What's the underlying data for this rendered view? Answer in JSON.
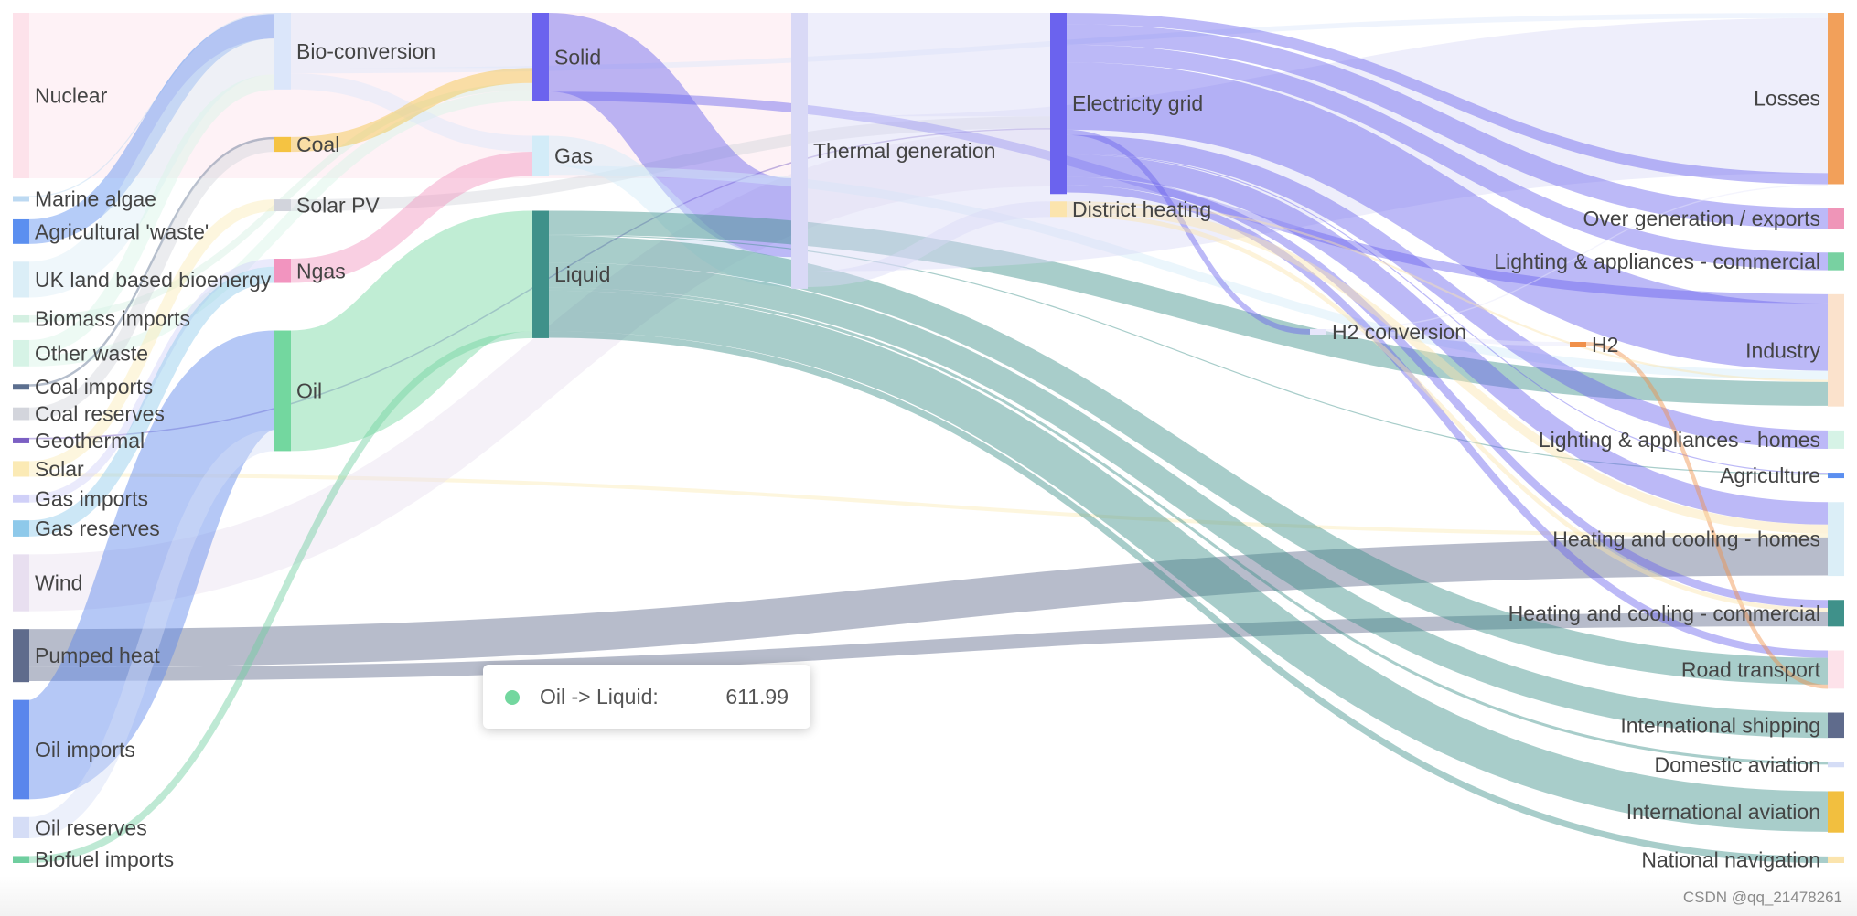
{
  "chart_data": {
    "type": "sankey",
    "nodes": [
      {
        "name": "Nuclear",
        "column": 0,
        "value": 839.978,
        "color": "#fde2ea"
      },
      {
        "name": "Marine algae",
        "column": 0,
        "value": 4.375,
        "color": "#bcd9f2"
      },
      {
        "name": "Agricultural 'waste'",
        "column": 0,
        "value": 124.729,
        "color": "#5b8ff0"
      },
      {
        "name": "UK land based bioenergy",
        "column": 0,
        "value": 182.01,
        "color": "#dbeef7"
      },
      {
        "name": "Biomass imports",
        "column": 0,
        "value": 35,
        "color": "#d4f0e2"
      },
      {
        "name": "Other waste",
        "column": 0,
        "value": 133.7,
        "color": "#d6f3e6"
      },
      {
        "name": "Coal imports",
        "column": 0,
        "value": 11.606,
        "color": "#5c6f8f"
      },
      {
        "name": "Coal reserves",
        "column": 0,
        "value": 63.965,
        "color": "#d3d5dc"
      },
      {
        "name": "Geothermal",
        "column": 0,
        "value": 7.013,
        "color": "#7b5fc3"
      },
      {
        "name": "Solar",
        "column": 0,
        "value": 79.329,
        "color": "#fbeab5"
      },
      {
        "name": "Gas imports",
        "column": 0,
        "value": 40.719,
        "color": "#d0d0f8"
      },
      {
        "name": "Gas reserves",
        "column": 0,
        "value": 82.233,
        "color": "#8ec9ea"
      },
      {
        "name": "Wind",
        "column": 0,
        "value": 289.366,
        "color": "#e8dff0"
      },
      {
        "name": "Pumped heat",
        "column": 0,
        "value": 269.2,
        "color": "#5f6b8c"
      },
      {
        "name": "Oil imports",
        "column": 0,
        "value": 504.287,
        "color": "#5a86ec"
      },
      {
        "name": "Oil reserves",
        "column": 0,
        "value": 107.703,
        "color": "#d5ddf6"
      },
      {
        "name": "Biofuel imports",
        "column": 0,
        "value": 35,
        "color": "#6fce9f"
      },
      {
        "name": "Bio-conversion",
        "column": 1,
        "value": 389.0,
        "color": "#dbe6fa"
      },
      {
        "name": "Coal",
        "column": 1,
        "value": 75.571,
        "color": "#f5c342"
      },
      {
        "name": "Solar PV",
        "column": 1,
        "value": 59.901,
        "color": "#d2d4dc"
      },
      {
        "name": "Ngas",
        "column": 1,
        "value": 122.952,
        "color": "#f294bf"
      },
      {
        "name": "Oil",
        "column": 1,
        "value": 611.99,
        "color": "#73d79f"
      },
      {
        "name": "Solid",
        "column": 2,
        "value": 448.0,
        "color": "#6b63ee"
      },
      {
        "name": "Gas",
        "column": 2,
        "value": 204.0,
        "color": "#d3ecf8"
      },
      {
        "name": "Liquid",
        "column": 2,
        "value": 646.99,
        "color": "#3f918a"
      },
      {
        "name": "Thermal generation",
        "column": 3,
        "value": 1401.0,
        "color": "#d9d9f6"
      },
      {
        "name": "Electricity grid",
        "column": 4,
        "value": 920.0,
        "color": "#6b63ee"
      },
      {
        "name": "District heating",
        "column": 4,
        "value": 79.0,
        "color": "#fbe4ad"
      },
      {
        "name": "H2 conversion",
        "column": 5,
        "value": 27.0,
        "color": "#e7e6fb"
      },
      {
        "name": "H2",
        "column": 6,
        "value": 20.897,
        "color": "#f0904a"
      },
      {
        "name": "Losses",
        "column": 7,
        "value": 870.0,
        "color": "#f2a05a"
      },
      {
        "name": "Over generation / exports",
        "column": 7,
        "value": 104.0,
        "color": "#ef95b8"
      },
      {
        "name": "Lighting & appliances - commercial",
        "column": 7,
        "value": 90.0,
        "color": "#78d1a1"
      },
      {
        "name": "Industry",
        "column": 7,
        "value": 570.0,
        "color": "#fbe2cc"
      },
      {
        "name": "Lighting & appliances - homes",
        "column": 7,
        "value": 93.0,
        "color": "#d6f3e6"
      },
      {
        "name": "Agriculture",
        "column": 7,
        "value": 22.0,
        "color": "#5b8ff0"
      },
      {
        "name": "Heating and cooling - homes",
        "column": 7,
        "value": 375.0,
        "color": "#dbeef7"
      },
      {
        "name": "Heating and cooling - commercial",
        "column": 7,
        "value": 135.0,
        "color": "#3f918a"
      },
      {
        "name": "Road transport",
        "column": 7,
        "value": 194.0,
        "color": "#fde2ea"
      },
      {
        "name": "International shipping",
        "column": 7,
        "value": 128.0,
        "color": "#5f6b8c"
      },
      {
        "name": "Domestic aviation",
        "column": 7,
        "value": 15.0,
        "color": "#d5ddf6"
      },
      {
        "name": "International aviation",
        "column": 7,
        "value": 210.0,
        "color": "#f2bf3f"
      },
      {
        "name": "National navigation",
        "column": 7,
        "value": 33.0,
        "color": "#fbe4ad"
      }
    ],
    "links": [
      {
        "source": "Nuclear",
        "target": "Thermal generation",
        "value": 839.978
      },
      {
        "source": "Marine algae",
        "target": "Bio-conversion",
        "value": 4.375
      },
      {
        "source": "Agricultural 'waste'",
        "target": "Bio-conversion",
        "value": 124.729
      },
      {
        "source": "UK land based bioenergy",
        "target": "Bio-conversion",
        "value": 182.01
      },
      {
        "source": "Biomass imports",
        "target": "Solid",
        "value": 35
      },
      {
        "source": "Other waste",
        "target": "Bio-conversion",
        "value": 77.81
      },
      {
        "source": "Other waste",
        "target": "Solid",
        "value": 56.587
      },
      {
        "source": "Coal imports",
        "target": "Coal",
        "value": 11.606
      },
      {
        "source": "Coal reserves",
        "target": "Coal",
        "value": 63.965
      },
      {
        "source": "Geothermal",
        "target": "Electricity grid",
        "value": 7.013
      },
      {
        "source": "Solar",
        "target": "Solar PV",
        "value": 59.901
      },
      {
        "source": "Solar",
        "target": "Heating and cooling - homes",
        "value": 19.263
      },
      {
        "source": "Gas imports",
        "target": "Ngas",
        "value": 40.719
      },
      {
        "source": "Gas reserves",
        "target": "Ngas",
        "value": 82.233
      },
      {
        "source": "Wind",
        "target": "Electricity grid",
        "value": 289.366
      },
      {
        "source": "Pumped heat",
        "target": "Heating and cooling - homes",
        "value": 193.026
      },
      {
        "source": "Pumped heat",
        "target": "Heating and cooling - commercial",
        "value": 70.672
      },
      {
        "source": "Oil imports",
        "target": "Oil",
        "value": 504.287
      },
      {
        "source": "Oil reserves",
        "target": "Oil",
        "value": 107.703
      },
      {
        "source": "Biofuel imports",
        "target": "Liquid",
        "value": 35
      },
      {
        "source": "Bio-conversion",
        "target": "Solid",
        "value": 280.322
      },
      {
        "source": "Bio-conversion",
        "target": "Gas",
        "value": 81.144
      },
      {
        "source": "Bio-conversion",
        "target": "Losses",
        "value": 26.862
      },
      {
        "source": "Coal",
        "target": "Solid",
        "value": 75.571
      },
      {
        "source": "Solar PV",
        "target": "Electricity grid",
        "value": 59.901
      },
      {
        "source": "Ngas",
        "target": "Gas",
        "value": 122.952
      },
      {
        "source": "Oil",
        "target": "Liquid",
        "value": 611.99
      },
      {
        "source": "Solid",
        "target": "Thermal generation",
        "value": 400.12
      },
      {
        "source": "Solid",
        "target": "Industry",
        "value": 46.477
      },
      {
        "source": "Gas",
        "target": "Thermal generation",
        "value": 151.891
      },
      {
        "source": "Gas",
        "target": "Industry",
        "value": 46.184
      },
      {
        "source": "Liquid",
        "target": "Industry",
        "value": 121.066
      },
      {
        "source": "Liquid",
        "target": "Road transport",
        "value": 135.835
      },
      {
        "source": "Liquid",
        "target": "International shipping",
        "value": 128.69
      },
      {
        "source": "Liquid",
        "target": "Domestic aviation",
        "value": 14.458
      },
      {
        "source": "Liquid",
        "target": "International aviation",
        "value": 206.267
      },
      {
        "source": "Liquid",
        "target": "National navigation",
        "value": 33.218
      },
      {
        "source": "Liquid",
        "target": "Agriculture",
        "value": 3.64
      },
      {
        "source": "Thermal generation",
        "target": "Electricity grid",
        "value": 525.531
      },
      {
        "source": "Thermal generation",
        "target": "Losses",
        "value": 787.129
      },
      {
        "source": "Thermal generation",
        "target": "District heating",
        "value": 79.329
      },
      {
        "source": "Electricity grid",
        "target": "Over generation / exports",
        "value": 104.453
      },
      {
        "source": "Electricity grid",
        "target": "Losses",
        "value": 56.691
      },
      {
        "source": "Electricity grid",
        "target": "Lighting & appliances - commercial",
        "value": 90.008
      },
      {
        "source": "Electricity grid",
        "target": "Industry",
        "value": 342.165
      },
      {
        "source": "Electricity grid",
        "target": "H2 conversion",
        "value": 27.14
      },
      {
        "source": "Electricity grid",
        "target": "Lighting & appliances - homes",
        "value": 93.494
      },
      {
        "source": "Electricity grid",
        "target": "Agriculture",
        "value": 4.27
      },
      {
        "source": "Electricity grid",
        "target": "Heating and cooling - homes",
        "value": 113.726
      },
      {
        "source": "Electricity grid",
        "target": "Heating and cooling - commercial",
        "value": 40.719
      },
      {
        "source": "Electricity grid",
        "target": "Road transport",
        "value": 37.797
      },
      {
        "source": "H2 conversion",
        "target": "H2",
        "value": 20.897
      },
      {
        "source": "H2 conversion",
        "target": "Losses",
        "value": 6.242
      },
      {
        "source": "H2",
        "target": "Road transport",
        "value": 20.897
      },
      {
        "source": "District heating",
        "target": "Industry",
        "value": 10.639
      },
      {
        "source": "District heating",
        "target": "Heating and cooling - homes",
        "value": 46.184
      },
      {
        "source": "District heating",
        "target": "Heating and cooling - commercial",
        "value": 22.505
      }
    ],
    "tooltip": {
      "label": "Oil -> Liquid:",
      "value": "611.99",
      "color": "#73d79f"
    }
  },
  "watermark": "CSDN @qq_21478261"
}
